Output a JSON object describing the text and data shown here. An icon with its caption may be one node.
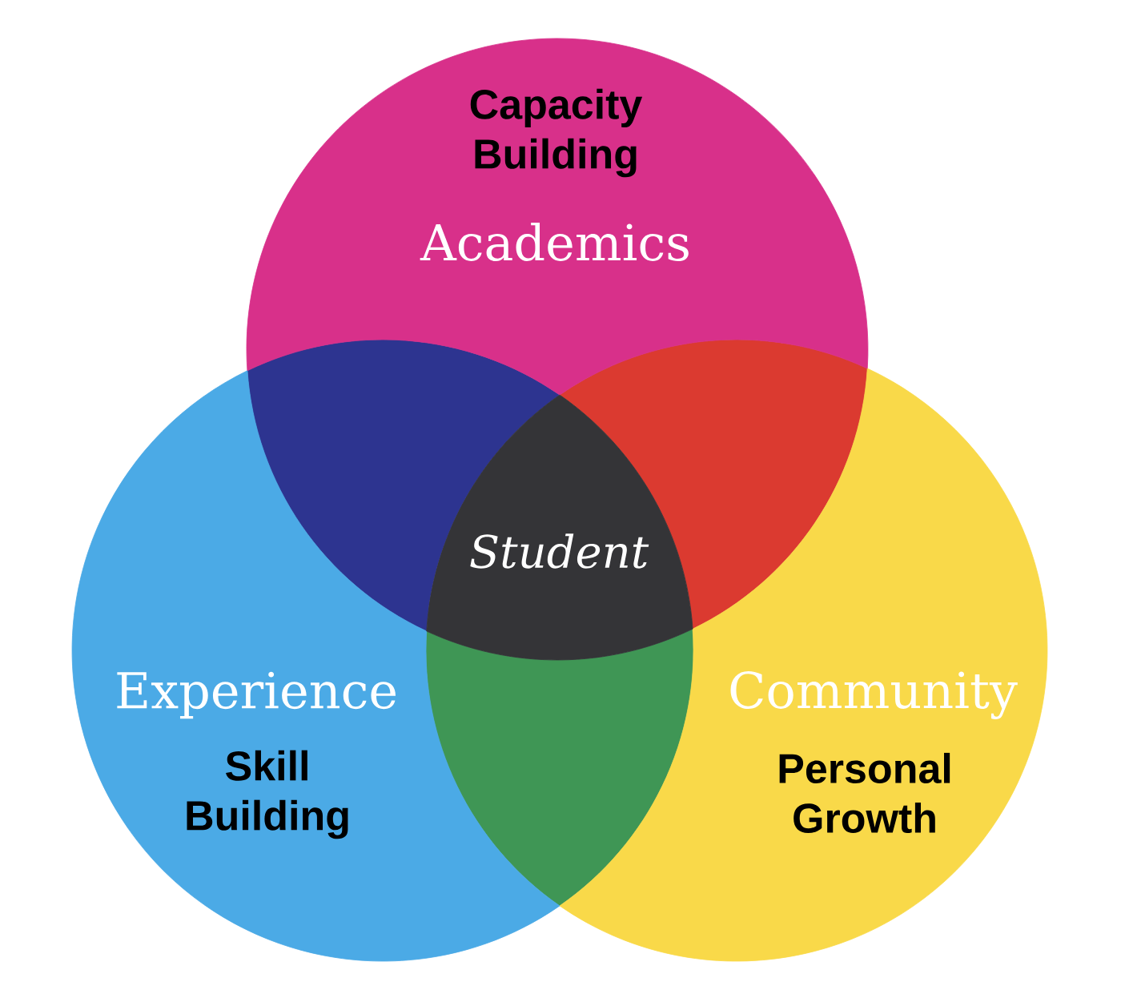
{
  "diagram": {
    "nodes": [
      {
        "text": [
          "Capacity Building",
          "Academics"
        ]
      },
      {
        "text": [
          "Experience",
          "Skill Building"
        ]
      },
      {
        "text": [
          "Community",
          "Personal Growth"
        ]
      },
      {
        "text": [
          "Student"
        ]
      }
    ],
    "edges": []
  }
}
